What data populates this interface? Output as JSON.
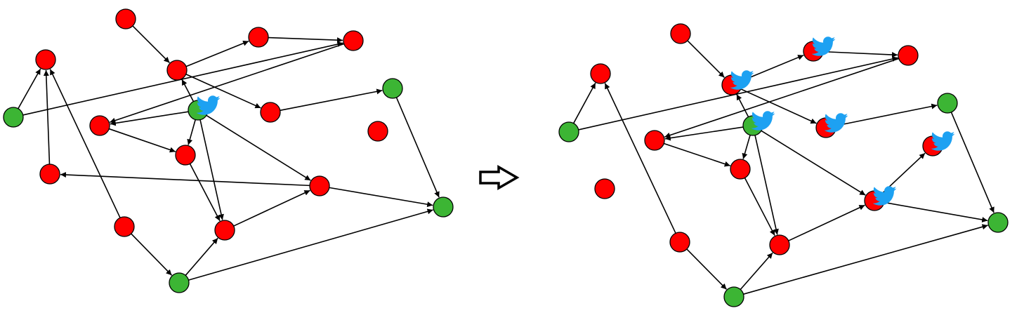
{
  "colors": {
    "red_node": "#ff0000",
    "green_node": "#3cb534",
    "edge": "#000000",
    "bird_icon": "#1da1f2",
    "background": "#ffffff"
  },
  "icons": {
    "bird": "bird-icon",
    "transition_arrow": "right-arrow-icon"
  },
  "graphs": [
    {
      "name": "graph-before",
      "nodes": [
        {
          "id": "a",
          "color": "red"
        },
        {
          "id": "b",
          "color": "red"
        },
        {
          "id": "c",
          "color": "red"
        },
        {
          "id": "d",
          "color": "red"
        },
        {
          "id": "e",
          "color": "red"
        },
        {
          "id": "f",
          "color": "green"
        },
        {
          "id": "g",
          "color": "green",
          "bird": true
        },
        {
          "id": "h",
          "color": "red"
        },
        {
          "id": "i",
          "color": "red"
        },
        {
          "id": "j",
          "color": "green"
        },
        {
          "id": "k",
          "color": "red"
        },
        {
          "id": "l",
          "color": "red"
        },
        {
          "id": "m",
          "color": "red"
        },
        {
          "id": "n",
          "color": "red"
        },
        {
          "id": "o",
          "color": "red"
        },
        {
          "id": "p",
          "color": "green"
        },
        {
          "id": "q",
          "color": "red"
        },
        {
          "id": "r",
          "color": "green"
        }
      ],
      "edges": [
        [
          "a",
          "e"
        ],
        [
          "e",
          "b"
        ],
        [
          "b",
          "c"
        ],
        [
          "e",
          "d"
        ],
        [
          "g",
          "e"
        ],
        [
          "g",
          "h"
        ],
        [
          "g",
          "k"
        ],
        [
          "g",
          "o"
        ],
        [
          "g",
          "m"
        ],
        [
          "d",
          "j"
        ],
        [
          "f",
          "c"
        ],
        [
          "f",
          "l"
        ],
        [
          "c",
          "h"
        ],
        [
          "h",
          "k"
        ],
        [
          "k",
          "o"
        ],
        [
          "o",
          "m"
        ],
        [
          "m",
          "n"
        ],
        [
          "n",
          "l"
        ],
        [
          "q",
          "r"
        ],
        [
          "r",
          "o"
        ],
        [
          "r",
          "p"
        ],
        [
          "m",
          "p"
        ],
        [
          "j",
          "p"
        ],
        [
          "q",
          "l"
        ]
      ]
    },
    {
      "name": "graph-after",
      "nodes": [
        {
          "id": "a",
          "color": "red"
        },
        {
          "id": "b",
          "color": "red",
          "bird": true
        },
        {
          "id": "c",
          "color": "red"
        },
        {
          "id": "d",
          "color": "red",
          "bird": true
        },
        {
          "id": "e",
          "color": "red",
          "bird": true
        },
        {
          "id": "f",
          "color": "green"
        },
        {
          "id": "g",
          "color": "green",
          "bird": true
        },
        {
          "id": "h",
          "color": "red"
        },
        {
          "id": "i",
          "color": "red",
          "bird": true
        },
        {
          "id": "j",
          "color": "green"
        },
        {
          "id": "k",
          "color": "red"
        },
        {
          "id": "l",
          "color": "red"
        },
        {
          "id": "m",
          "color": "red",
          "bird": true
        },
        {
          "id": "n",
          "color": "red"
        },
        {
          "id": "o",
          "color": "red"
        },
        {
          "id": "p",
          "color": "green"
        },
        {
          "id": "q",
          "color": "red"
        },
        {
          "id": "r",
          "color": "green"
        }
      ],
      "edges": [
        [
          "a",
          "e"
        ],
        [
          "e",
          "b"
        ],
        [
          "b",
          "c"
        ],
        [
          "e",
          "d"
        ],
        [
          "g",
          "e"
        ],
        [
          "g",
          "h"
        ],
        [
          "g",
          "k"
        ],
        [
          "g",
          "o"
        ],
        [
          "g",
          "m"
        ],
        [
          "d",
          "j"
        ],
        [
          "f",
          "c"
        ],
        [
          "f",
          "l"
        ],
        [
          "c",
          "h"
        ],
        [
          "h",
          "k"
        ],
        [
          "k",
          "o"
        ],
        [
          "o",
          "m"
        ],
        [
          "m",
          "i"
        ],
        [
          "m",
          "p"
        ],
        [
          "j",
          "p"
        ],
        [
          "r",
          "o"
        ],
        [
          "r",
          "p"
        ],
        [
          "q",
          "r"
        ],
        [
          "q",
          "l"
        ]
      ]
    }
  ]
}
